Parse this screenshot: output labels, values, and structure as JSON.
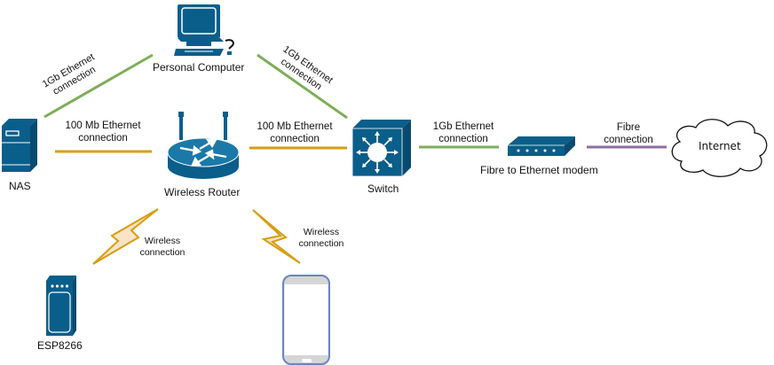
{
  "colors": {
    "device_blue": "#0a5e8a",
    "gigabit_green": "#7fad5a",
    "fast_ethernet_orange": "#d69e12",
    "fibre_purple": "#8c6fa6",
    "wireless_fill": "#fbe3c7",
    "phone_outline": "#6a86bc",
    "phone_bezel": "#d5d5d5"
  },
  "devices": {
    "pc": {
      "label": "Personal Computer",
      "icon": "desktop-computer-icon"
    },
    "nas": {
      "label": "NAS",
      "icon": "nas-server-icon"
    },
    "router": {
      "label": "Wireless Router",
      "icon": "wireless-router-icon"
    },
    "switch": {
      "label": "Switch",
      "icon": "network-switch-icon"
    },
    "modem": {
      "label": "Fibre to Ethernet modem",
      "icon": "modem-icon"
    },
    "internet": {
      "label": "Internet",
      "icon": "cloud-icon"
    },
    "esp": {
      "label": "ESP8266",
      "icon": "iot-device-icon"
    },
    "phone": {
      "label": "",
      "icon": "smartphone-icon"
    }
  },
  "connections": {
    "nas_pc": {
      "line1": "1Gb Ethernet",
      "line2": "connection",
      "type": "1Gb Ethernet"
    },
    "pc_switch": {
      "line1": "1Gb Ethernet",
      "line2": "connection",
      "type": "1Gb Ethernet"
    },
    "nas_router": {
      "line1": "100 Mb Ethernet",
      "line2": "connection",
      "type": "100 Mb Ethernet"
    },
    "router_switch": {
      "line1": "100 Mb Ethernet",
      "line2": "connection",
      "type": "100 Mb Ethernet"
    },
    "switch_modem": {
      "line1": "1Gb Ethernet",
      "line2": "connection",
      "type": "1Gb Ethernet"
    },
    "modem_internet": {
      "line1": "Fibre",
      "line2": "connection",
      "type": "Fibre"
    },
    "router_esp": {
      "line1": "Wireless",
      "line2": "connection",
      "type": "Wireless"
    },
    "router_phone": {
      "line1": "Wireless",
      "line2": "connection",
      "type": "Wireless"
    }
  }
}
